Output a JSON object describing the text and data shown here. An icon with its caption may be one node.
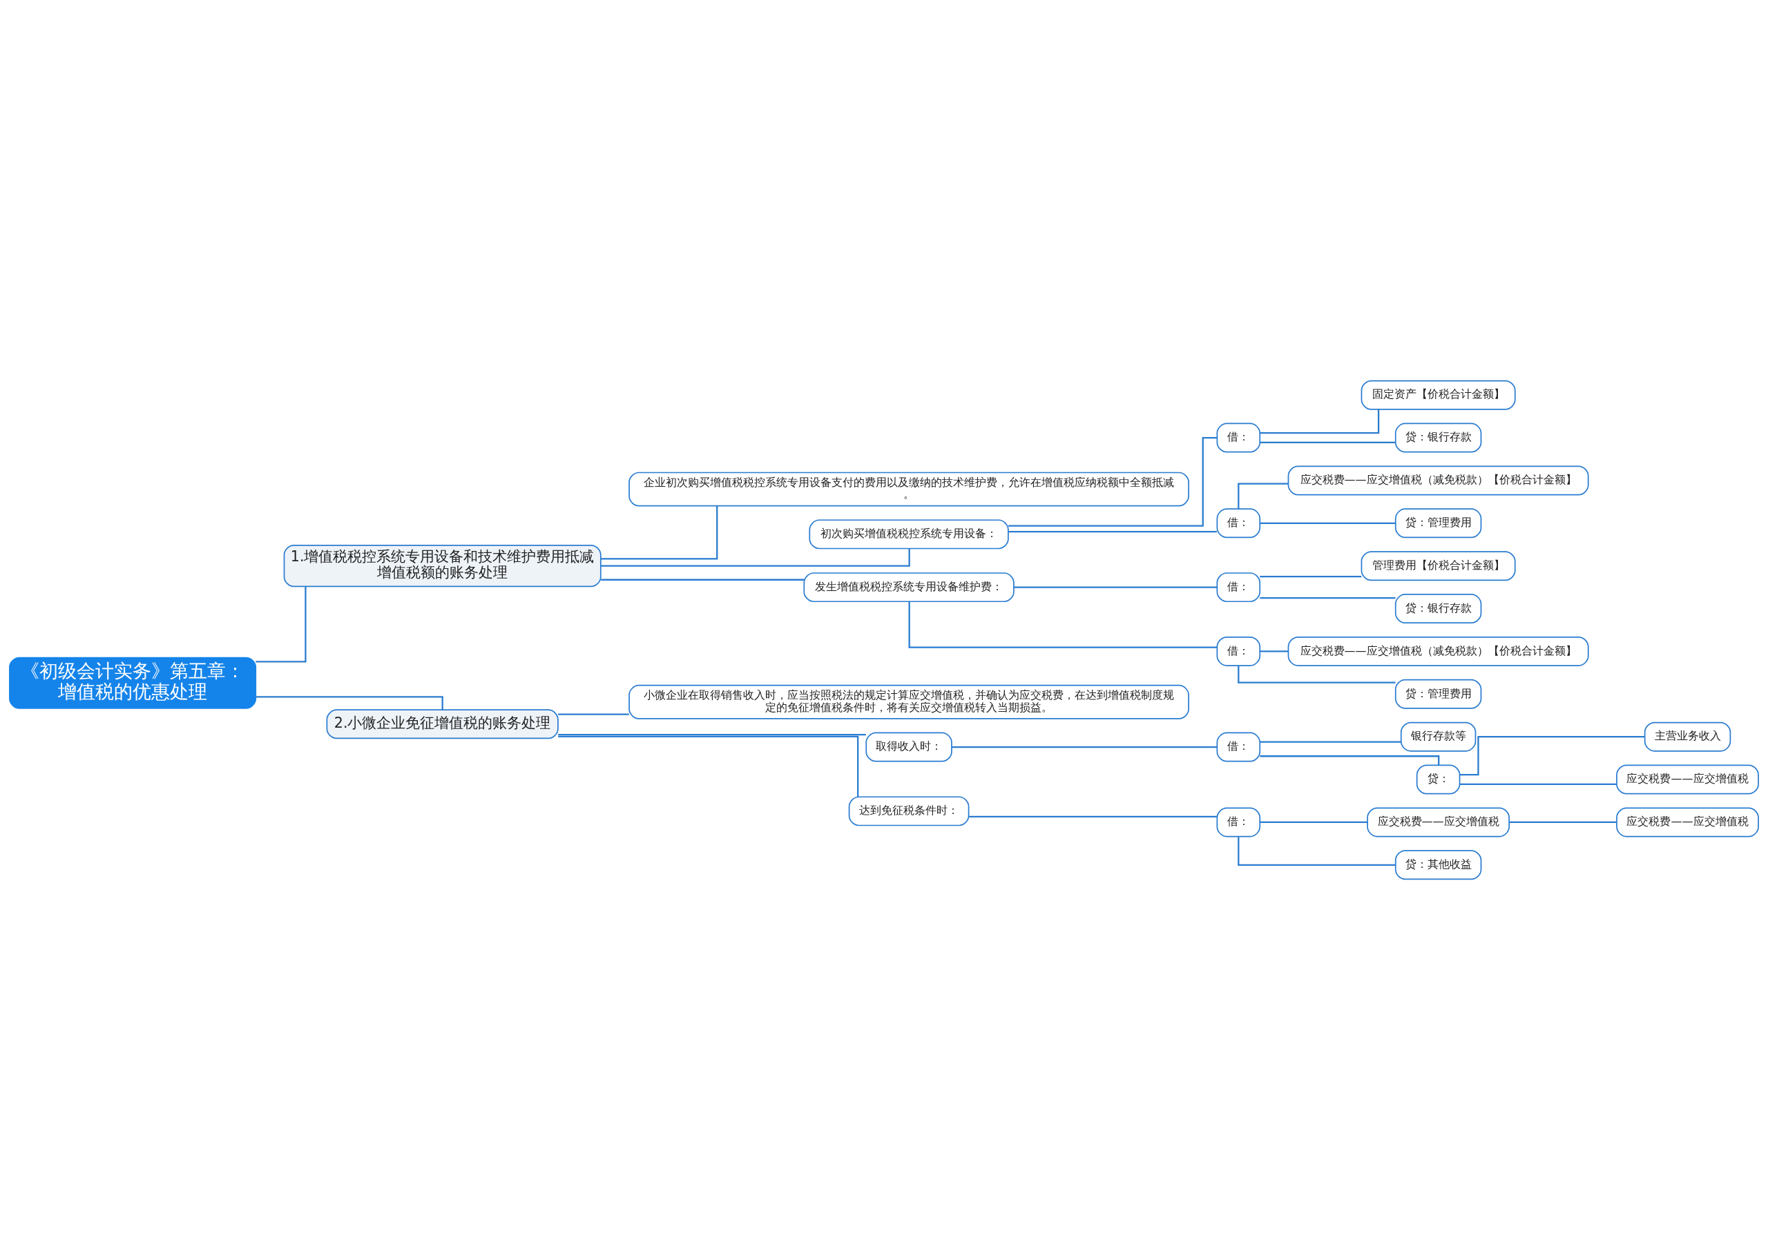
{
  "diagram": {
    "nodes": [
      {
        "text": [
          "《初级会计实务》第五章：增值税的优惠处理"
        ]
      },
      {
        "text": [
          "1.增值税税控系统专用设备和技术维护费用抵减增值税额的账务处理"
        ]
      },
      {
        "text": [
          "企业初次购买增值税税控系统专用设备支付的费用以及缴纳的技术维护费，允许在增值税应纳税额中全额抵减。"
        ]
      },
      {
        "text": [
          "初次购买增值税税控系统专用设备："
        ]
      },
      {
        "text": [
          "借："
        ]
      },
      {
        "text": [
          "固定资产【价税合计金额】"
        ]
      },
      {
        "text": [
          "贷：银行存款"
        ]
      },
      {
        "text": [
          "借："
        ]
      },
      {
        "text": [
          "应交税费——应交增值税（减免税款）【价税合计金额】"
        ]
      },
      {
        "text": [
          "贷：管理费用"
        ]
      },
      {
        "text": [
          "发生增值税税控系统专用设备维护费："
        ]
      },
      {
        "text": [
          "借："
        ]
      },
      {
        "text": [
          "管理费用【价税合计金额】"
        ]
      },
      {
        "text": [
          "贷：银行存款"
        ]
      },
      {
        "text": [
          "借："
        ]
      },
      {
        "text": [
          "应交税费——应交增值税（减免税款）【价税合计金额】"
        ]
      },
      {
        "text": [
          "贷：管理费用"
        ]
      },
      {
        "text": [
          "2.小微企业免征增值税的账务处理"
        ]
      },
      {
        "text": [
          "小微企业在取得销售收入时，应当按照税法的规定计算应交增值税，并确认为应交税费，在达到增值税制度规定的免征增值税条件时，将有关应交增值税转入当期损益。"
        ]
      },
      {
        "text": [
          "取得收入时："
        ]
      },
      {
        "text": [
          "借："
        ]
      },
      {
        "text": [
          "银行存款等"
        ]
      },
      {
        "text": [
          "贷："
        ]
      },
      {
        "text": [
          "主营业务收入"
        ]
      },
      {
        "text": [
          "应交税费——应交增值税"
        ]
      },
      {
        "text": [
          "达到免征税条件时："
        ]
      },
      {
        "text": [
          "借："
        ]
      },
      {
        "text": [
          "应交税费——应交增值税"
        ]
      },
      {
        "text": [
          "应交税费——应交增值税"
        ]
      },
      {
        "text": [
          "贷：其他收益"
        ]
      }
    ],
    "edges": [
      {
        "from": 0,
        "to": 1,
        "arrow": "none"
      },
      {
        "from": 0,
        "to": 17,
        "arrow": "none"
      },
      {
        "from": 1,
        "to": 2,
        "arrow": "none"
      },
      {
        "from": 1,
        "to": 3,
        "arrow": "none"
      },
      {
        "from": 1,
        "to": 10,
        "arrow": "none"
      },
      {
        "from": 3,
        "to": 4,
        "arrow": "none"
      },
      {
        "from": 3,
        "to": 7,
        "arrow": "none"
      },
      {
        "from": 4,
        "to": 5,
        "arrow": "none"
      },
      {
        "from": 4,
        "to": 6,
        "arrow": "none"
      },
      {
        "from": 7,
        "to": 8,
        "arrow": "none"
      },
      {
        "from": 7,
        "to": 9,
        "arrow": "none"
      },
      {
        "from": 10,
        "to": 11,
        "arrow": "none"
      },
      {
        "from": 10,
        "to": 14,
        "arrow": "none"
      },
      {
        "from": 11,
        "to": 12,
        "arrow": "none"
      },
      {
        "from": 11,
        "to": 13,
        "arrow": "none"
      },
      {
        "from": 14,
        "to": 15,
        "arrow": "none"
      },
      {
        "from": 14,
        "to": 16,
        "arrow": "none"
      },
      {
        "from": 17,
        "to": 18,
        "arrow": "none"
      },
      {
        "from": 17,
        "to": 19,
        "arrow": "none"
      },
      {
        "from": 17,
        "to": 25,
        "arrow": "none"
      },
      {
        "from": 19,
        "to": 20,
        "arrow": "none"
      },
      {
        "from": 20,
        "to": 21,
        "arrow": "none"
      },
      {
        "from": 20,
        "to": 22,
        "arrow": "none"
      },
      {
        "from": 22,
        "to": 23,
        "arrow": "none"
      },
      {
        "from": 22,
        "to": 24,
        "arrow": "none"
      },
      {
        "from": 25,
        "to": 26,
        "arrow": "none"
      },
      {
        "from": 26,
        "to": 27,
        "arrow": "none"
      },
      {
        "from": 26,
        "to": 29,
        "arrow": "none"
      },
      {
        "from": 27,
        "to": 28,
        "arrow": "none"
      }
    ]
  }
}
